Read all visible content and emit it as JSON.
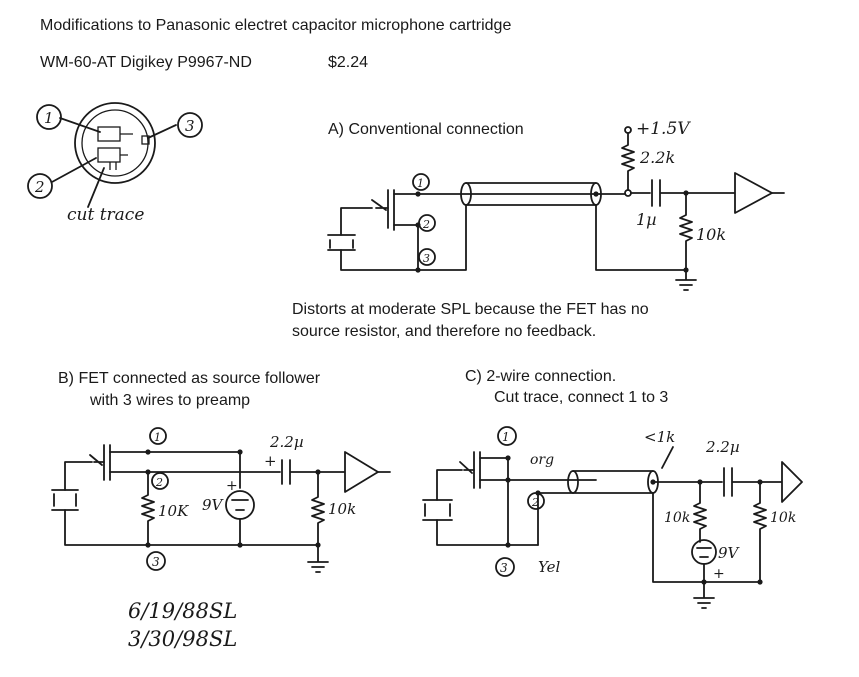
{
  "header": {
    "title": "Modifications to Panasonic electret capacitor microphone cartridge",
    "part": "WM-60-AT  Digikey P9967-ND",
    "price": "$2.24"
  },
  "pinout": {
    "pin1": "1",
    "pin2": "2",
    "pin3": "3",
    "cut_label": "cut trace"
  },
  "section_a": {
    "title": "A) Conventional connection",
    "supply": "+1.5V",
    "r_supply": "2.2k",
    "c_couple": "1µ",
    "r_load": "10k",
    "pin1": "1",
    "pin2": "2",
    "pin3": "3",
    "note_line1": "Distorts at moderate SPL because the FET has no",
    "note_line2": "source resistor, and therefore no feedback."
  },
  "section_b": {
    "title_line1": "B)  FET connected as source follower",
    "title_line2": "with 3 wires to preamp",
    "cap": "2.2µ",
    "cap_pol": "+",
    "r_source": "10K",
    "battery": "9V",
    "batt_plus": "+",
    "r_load": "10k",
    "pin1": "1",
    "pin2": "2",
    "pin3": "3"
  },
  "section_c": {
    "title_line1": "C)  2-wire connection.",
    "title_line2": "Cut trace, connect 1 to 3",
    "wire_org": "org",
    "wire_yel": "Yel",
    "len": "<1k",
    "cap": "2.2µ",
    "r_left": "10k",
    "battery": "9V",
    "batt_plus": "+",
    "r_right": "10k",
    "pin1": "1",
    "pin2": "2",
    "pin3": "3"
  },
  "signature": {
    "date1": "6/19/88SL",
    "date2": "3/30/98SL"
  }
}
